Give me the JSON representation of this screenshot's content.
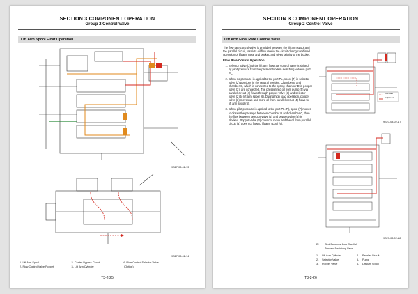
{
  "left_page": {
    "section_title": "SECTION 3 COMPONENT OPERATION",
    "group_title": "Group 2 Control Valve",
    "figure_header": "Lift Arm Spool Float Operation",
    "fig1_id": "9S27-03-02-13",
    "fig2_id": "9S27-03-02-14",
    "legend": [
      [
        "1-",
        "Lift Arm Spool",
        "2-",
        "Center Bypass Circuit",
        "4-",
        "Ride Control Selector Valve"
      ],
      [
        "2-",
        "Flow Control Valve Poppet",
        "3-",
        "Lift Arm Cylinder",
        "",
        "(Option)"
      ]
    ],
    "page_number": "T3-2-25"
  },
  "right_page": {
    "section_title": "SECTION 3 COMPONENT OPERATION",
    "group_title": "Group 2 Control Valve",
    "figure_header": "Lift Arm Flow Rate Control Valve",
    "intro": "The flow rate control valve is provided between the lift arm spool and the parallel circuit, restricts oil flow rate in the circuit during combined operation of lift arm raise and bucket, and gives priority to the bucket.",
    "subheading": "Flow Rate Control Operation",
    "items": [
      "Selector valve (2) of the lift arm flow rate control valve is shifted by pilot pressure from the parallel/ tandem switching valve in port PL.",
      "When no pressure is applied to the port PL, spool (7) in selector valve (2) positions in the neutral position. Chamber B and chamber C, which is connected to the spring chamber D in poppet valve (3), are connected. The pressurized oil from pump (5) via parallel circuit (4) flows through poppet valve (3) and selector valve (2) to lift arm spool (6). During high load operation, poppet valve (3) moves up and more oil from parallel circuit (4) flows to lift arm spool (6).",
      "When pilot pressure is applied to the port PL (P), spool (7) moves to closes the passage between chamber B and chamber C, then the flow between selector valve (2) and poppet valve (3) is blocked. Poppet valve (3) does not move and the oil from parallel circuit (4) does not flow to lift arm spool (6)."
    ],
    "fig_legend_items": [
      "Low load",
      "High load"
    ],
    "fig3_id": "9S27-03-02-17",
    "fig4_id": "9S27-03-02-18",
    "pl_note": [
      "PL-",
      "Pilot Pressure from Parallel/",
      "Tandem Switching Valve"
    ],
    "legend": [
      [
        "1-",
        "Lift Arm Cylinder",
        "4-",
        "Parallel Circuit"
      ],
      [
        "2-",
        "Selector Valve",
        "5-",
        "Pump"
      ],
      [
        "3-",
        "Poppet Valve",
        "6-",
        "Lift Arm Spool"
      ]
    ],
    "page_number": "T3-2-26"
  },
  "colors": {
    "red": "#d42a20",
    "orange": "#e08a1e",
    "green": "#2a8a3a",
    "line": "#333333"
  }
}
